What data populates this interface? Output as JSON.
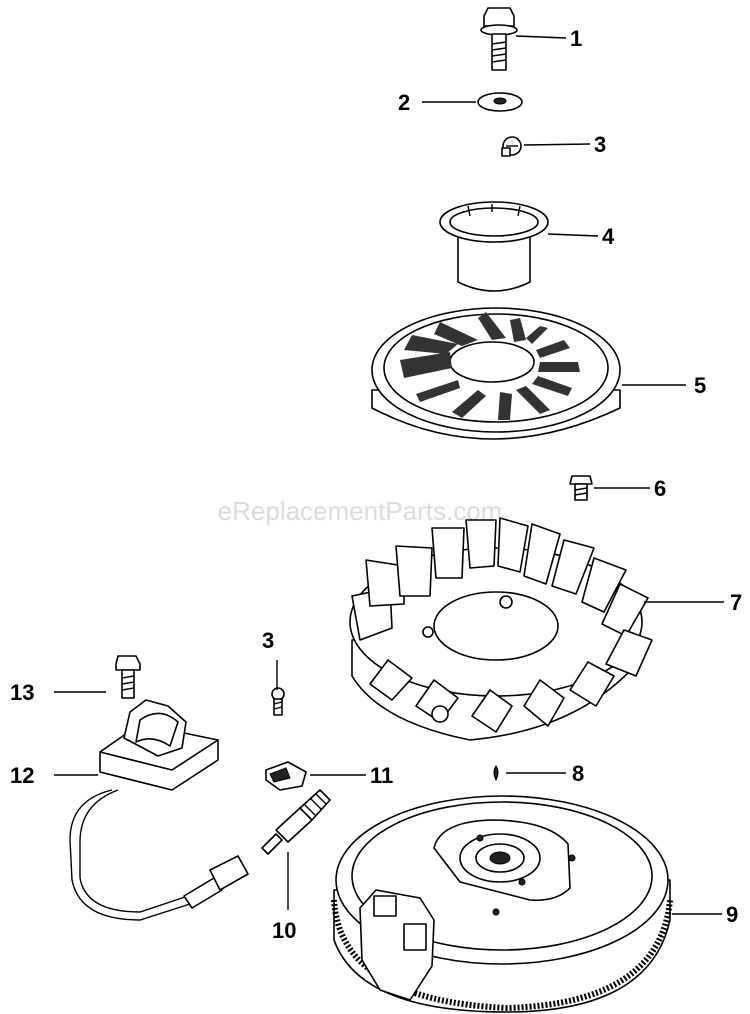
{
  "watermark": "eReplacementParts.com",
  "callouts": [
    "1",
    "2",
    "3",
    "4",
    "5",
    "6",
    "7",
    "3",
    "8",
    "9",
    "10",
    "11",
    "12",
    "13"
  ]
}
